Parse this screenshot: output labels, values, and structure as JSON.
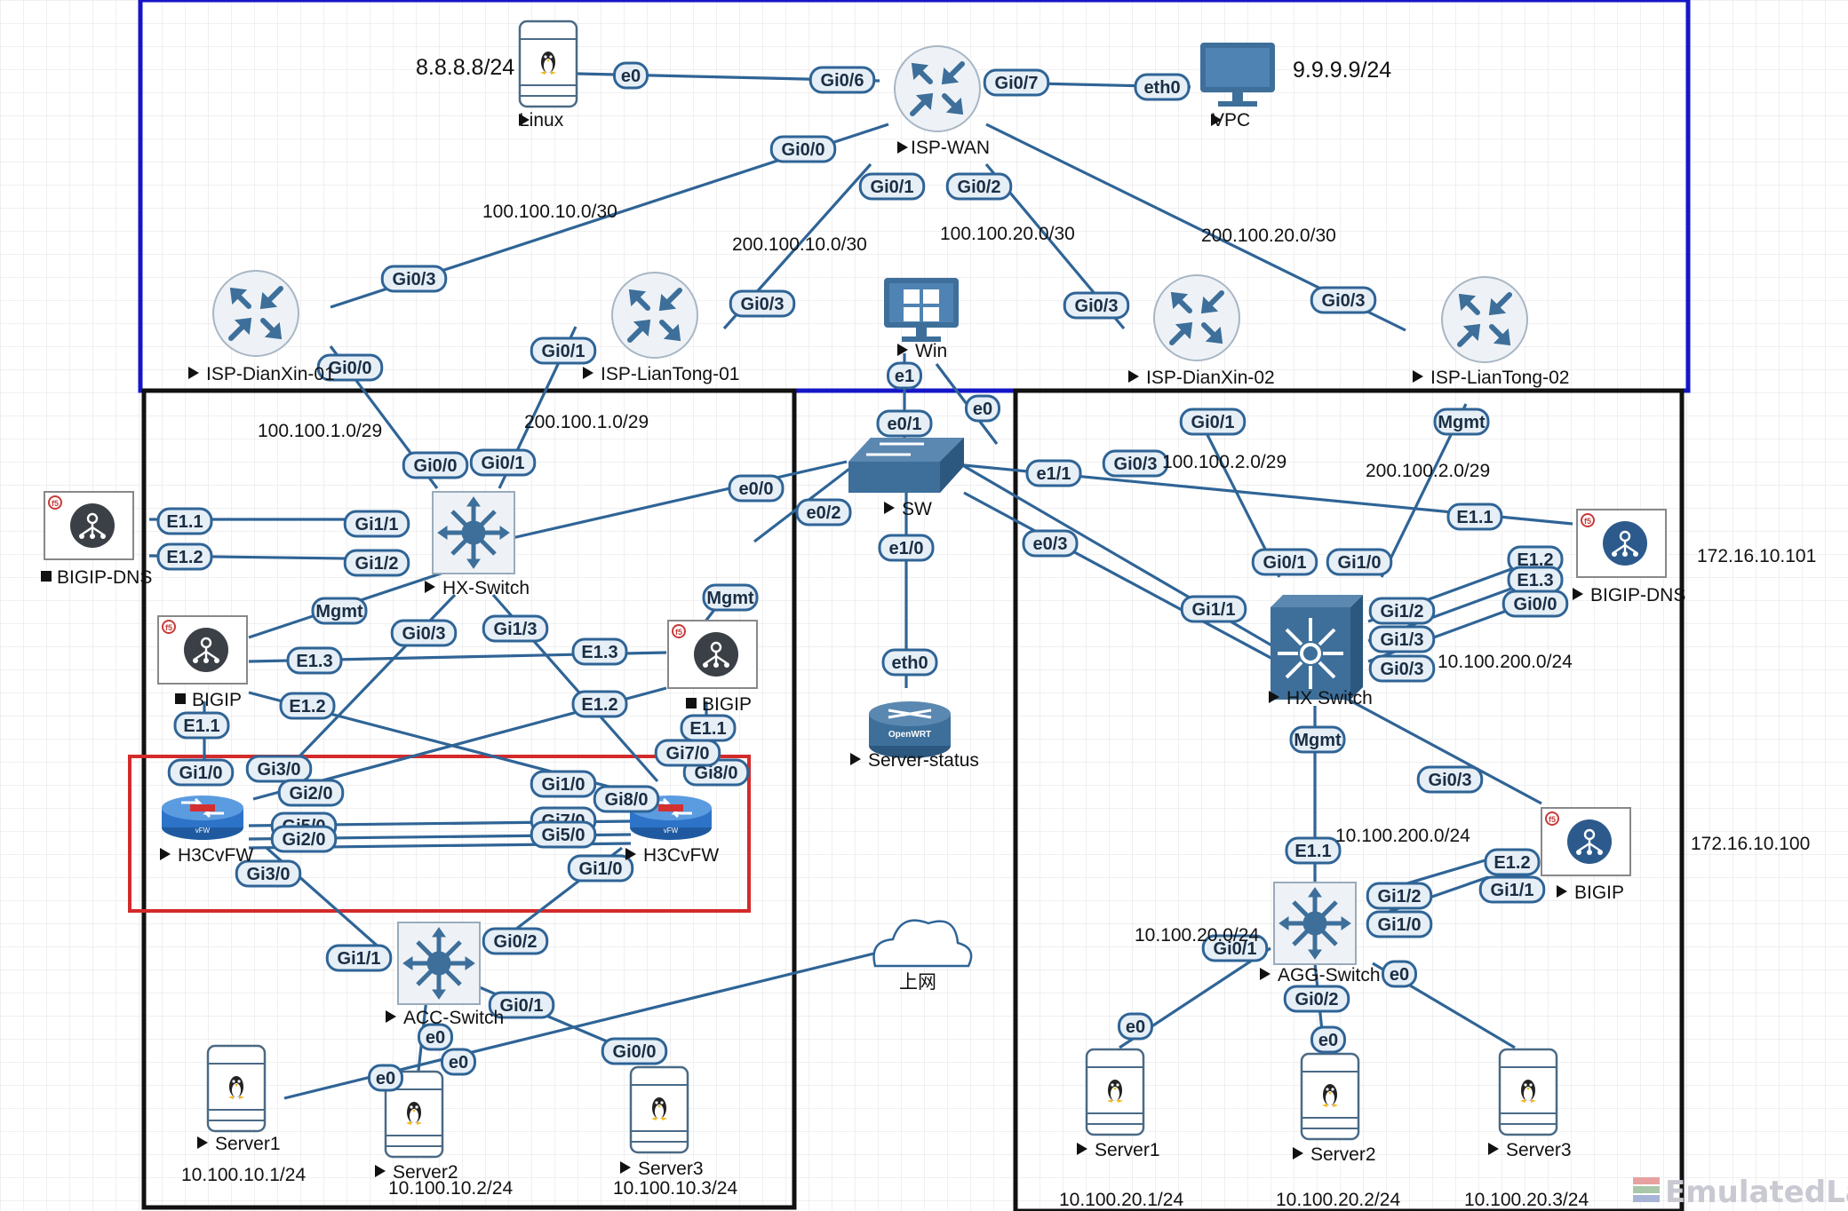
{
  "diagram": {
    "nodes": {
      "linux_top": {
        "label": "Linux"
      },
      "isp_wan": {
        "label": "ISP-WAN"
      },
      "vpc": {
        "label": "VPC"
      },
      "isp_dianxin_01": {
        "label": "ISP-DianXin-01"
      },
      "isp_liantong_01": {
        "label": "ISP-LianTong-01"
      },
      "win": {
        "label": "Win"
      },
      "isp_dianxin_02": {
        "label": "ISP-DianXin-02"
      },
      "isp_liantong_02": {
        "label": "ISP-LianTong-02"
      },
      "bigip_dns_left": {
        "label": "BIGIP-DNS"
      },
      "hx_switch_left": {
        "label": "HX-Switch"
      },
      "bigip_left_1": {
        "label": "BIGIP"
      },
      "bigip_left_2": {
        "label": "BIGIP"
      },
      "h3cvfw_1": {
        "label": "H3CvFW"
      },
      "h3cvfw_2": {
        "label": "H3CvFW"
      },
      "acc_switch": {
        "label": "ACC-Switch"
      },
      "server1_left": {
        "label": "Server1"
      },
      "server2_left": {
        "label": "Server2"
      },
      "server3_left": {
        "label": "Server3"
      },
      "sw": {
        "label": "SW"
      },
      "server_status": {
        "label": "Server-status"
      },
      "internet_cloud": {
        "label": "上网"
      },
      "bigip_dns_right": {
        "label": "BIGIP-DNS"
      },
      "hx_switch_right": {
        "label": "HX Switch"
      },
      "bigip_right": {
        "label": "BIGIP"
      },
      "agg_switch": {
        "label": "AGG-Switch"
      },
      "server1_right": {
        "label": "Server1"
      },
      "server2_right": {
        "label": "Server2"
      },
      "server3_right": {
        "label": "Server3"
      }
    },
    "notes": {
      "ip_8888": "8.8.8.8/24",
      "ip_9999": "9.9.9.9/24",
      "net_100_100_10": "100.100.10.0/30",
      "net_200_100_10": "200.100.10.0/30",
      "net_100_100_20": "100.100.20.0/30",
      "net_200_100_20": "200.100.20.0/30",
      "net_100_100_1": "100.100.1.0/29",
      "net_200_100_1": "200.100.1.0/29",
      "net_100_100_2": "100.100.2.0/29",
      "net_200_100_2": "200.100.2.0/29",
      "net_10_100_200_a": "10.100.200.0/24",
      "net_10_100_200_b": "10.100.200.0/24",
      "net_10_100_20_partial": "10.100.20.0/24",
      "mgmt_101": "172.16.10.101",
      "mgmt_100": "172.16.10.100",
      "srv_ip_l1": "10.100.10.1/24",
      "srv_ip_l2": "10.100.10.2/24",
      "srv_ip_l3": "10.100.10.3/24",
      "srv_ip_r1": "10.100.20.1/24",
      "srv_ip_r2": "10.100.20.2/24",
      "srv_ip_r3": "10.100.20.3/24"
    },
    "watermark": "EmulatedLab",
    "colors": {
      "link": "#2f6496",
      "isp_zone": "#1515c8",
      "fw_cluster": "#d42a2a",
      "site_border": "#111111",
      "device_blue": "#3d6f9a",
      "vfw_blue": "#2d74c9"
    },
    "interfaces": [
      "e0",
      "Gi0/6",
      "Gi0/7",
      "eth0",
      "Gi0/0",
      "Gi0/3",
      "Gi0/1",
      "Gi0/2",
      "Gi0/3",
      "Gi0/3",
      "Gi0/3",
      "Gi0/3",
      "Gi0/0",
      "Gi0/1",
      "e1",
      "e0",
      "e0/1",
      "e0/0",
      "e0/2",
      "e1/1",
      "e0/3",
      "e1/0",
      "eth0",
      "Gi0/0",
      "Gi0/1",
      "E1.1",
      "Gi1/1",
      "E1.2",
      "Gi1/2",
      "Mgmt",
      "Mgmt",
      "Gi0/3",
      "Gi1/3",
      "E1.3",
      "E1.3",
      "E1.2",
      "E1.2",
      "E1.1",
      "E1.1",
      "Gi1/0",
      "Gi3/0",
      "Gi2/0",
      "Gi8/0",
      "Gi7/0",
      "Gi5/0",
      "Gi2/0",
      "Gi3/0",
      "Gi1/0",
      "Gi8/0",
      "Gi7/0",
      "Gi5/0",
      "Gi1/0",
      "Gi1/1",
      "Gi0/2",
      "Gi0/1",
      "e0",
      "e0",
      "e0",
      "Gi0/0",
      "Gi0/1",
      "Mgmt",
      "E1.1",
      "E1.2",
      "E1.3",
      "Gi0/0",
      "Gi0/1",
      "Gi1/0",
      "Gi1/1",
      "Gi1/2",
      "Gi1/3",
      "Gi0/3",
      "Mgmt",
      "Gi0/3",
      "E1.1",
      "E1.2",
      "Gi1/1",
      "Gi1/2",
      "Gi1/0",
      "Gi0/1",
      "Gi0/2",
      "e0",
      "e0",
      "e0"
    ]
  }
}
